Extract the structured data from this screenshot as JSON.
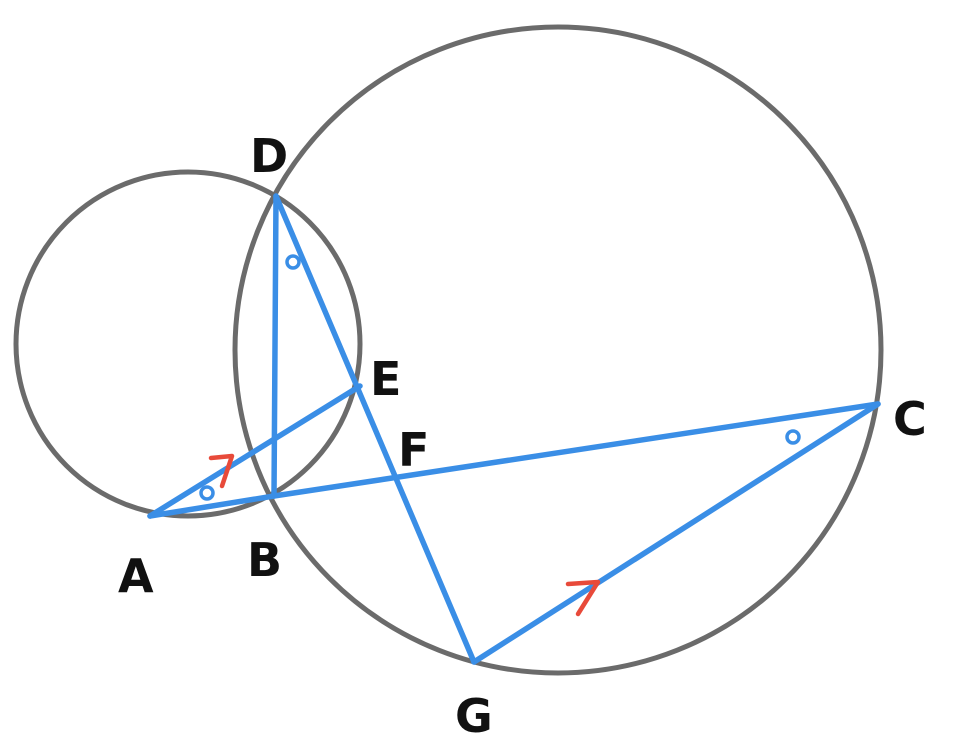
{
  "colors": {
    "circle": "#6b6b6b",
    "segment": "#3a8ee6",
    "label": "#111111",
    "angle_mark": "#3a8ee6",
    "parallel_arrow": "#e84a3a"
  },
  "points": {
    "A": "A",
    "B": "B",
    "C": "C",
    "D": "D",
    "E": "E",
    "F": "F",
    "G": "G"
  }
}
